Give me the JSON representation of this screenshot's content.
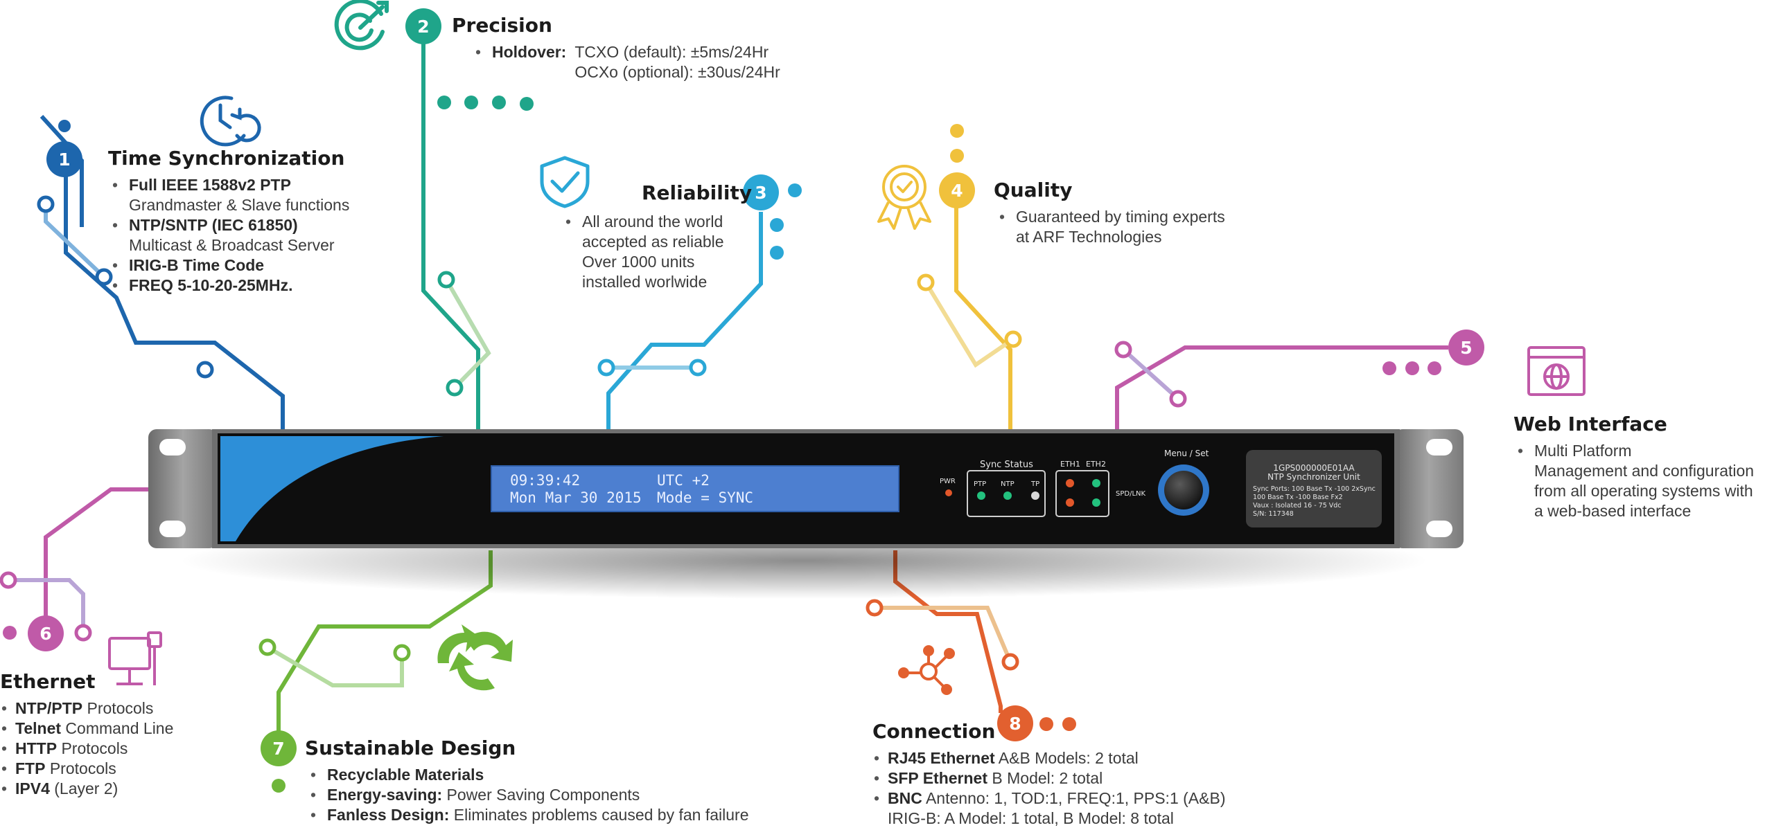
{
  "colors": {
    "f1": "#1d66ad",
    "f1_light": "#7fb2dd",
    "f2": "#1fa58a",
    "f2_light": "#b7dcb0",
    "f3": "#2aa7d6",
    "f3_light": "#8fcbe6",
    "f4": "#f0c13c",
    "f4_light": "#f2dc94",
    "f5": "#c05aa8",
    "f5_light": "#b9a4d6",
    "f6": "#c05aa8",
    "f6_light": "#b9a4d6",
    "f7": "#6fb63a",
    "f7_light": "#b5dca0",
    "f8": "#e2602f",
    "f8_light": "#ecc08d",
    "panel": "#0e0e0e",
    "ear": "#8e8e8e",
    "lcd": "#4d7fd0"
  },
  "features": {
    "f1": {
      "number": "1",
      "title": "Time Synchronization",
      "icon": "clock-sync-icon",
      "items": [
        {
          "bold": "Full IEEE 1588v2 PTP",
          "rest": "",
          "line2": "Grandmaster & Slave functions"
        },
        {
          "bold": "NTP/SNTP (IEC 61850)",
          "rest": "",
          "line2": "Multicast & Broadcast Server"
        },
        {
          "bold": "IRIG-B Time Code",
          "rest": "",
          "line2": ""
        },
        {
          "bold": "FREQ 5-10-20-25MHz.",
          "rest": "",
          "line2": ""
        }
      ]
    },
    "f2": {
      "number": "2",
      "title": "Precision",
      "icon": "target-icon",
      "holdover_label": "Holdover:",
      "holdover_values": [
        "TCXO (default): ±5ms/24Hr",
        "OCXo (optional): ±30us/24Hr"
      ]
    },
    "f3": {
      "number": "3",
      "title": "Reliability",
      "icon": "shield-check-icon",
      "item_lines": [
        "All around the world",
        "accepted as reliable",
        "Over 1000 units",
        "installed worlwide"
      ]
    },
    "f4": {
      "number": "4",
      "title": "Quality",
      "icon": "award-badge-icon",
      "item_lines": [
        "Guaranteed by timing experts",
        "at ARF Technologies"
      ]
    },
    "f5": {
      "number": "5",
      "title": "Web Interface",
      "icon": "web-browser-icon",
      "item_lines": [
        "Multi Platform",
        "Management and configuration",
        "from all operating systems with",
        "a web-based interface"
      ]
    },
    "f6": {
      "number": "6",
      "title": "Ethernet",
      "icon": "network-computer-icon",
      "items": [
        {
          "bold": "NTP/PTP",
          "rest": " Protocols"
        },
        {
          "bold": "Telnet",
          "rest": " Command Line"
        },
        {
          "bold": "HTTP",
          "rest": " Protocols"
        },
        {
          "bold": "FTP",
          "rest": " Protocols"
        },
        {
          "bold": "IPV4",
          "rest": " (Layer 2)"
        }
      ]
    },
    "f7": {
      "number": "7",
      "title": "Sustainable Design",
      "icon": "recycle-icon",
      "items": [
        {
          "bold": "Recyclable Materials",
          "rest": ""
        },
        {
          "bold": "Energy-saving:",
          "rest": " Power Saving Components"
        },
        {
          "bold": "Fanless Design:",
          "rest": " Eliminates problems caused by fan failure"
        }
      ]
    },
    "f8": {
      "number": "8",
      "title": "Connection",
      "icon": "connection-hub-icon",
      "items": [
        {
          "bold": "RJ45 Ethernet",
          "rest": " A&B Models: 2 total",
          "line2": ""
        },
        {
          "bold": "SFP Ethernet",
          "rest": " B Model: 2 total",
          "line2": ""
        },
        {
          "bold": "BNC",
          "rest": " Antenno: 1, TOD:1, FREQ:1, PPS:1 (A&B)",
          "line2": "IRIG-B: A Model: 1 total, B Model: 8 total"
        }
      ]
    }
  },
  "device": {
    "lcd": {
      "line1_time": "09:39:42",
      "line1_zone": "UTC +2",
      "line2_date": "Mon Mar 30 2015",
      "line2_mode": "Mode = SYNC"
    },
    "pwr_label": "PWR",
    "sync_status_label": "Sync Status",
    "sync_leds": [
      "PTP",
      "NTP",
      "TP"
    ],
    "eth1_label": "ETH1",
    "eth2_label": "ETH2",
    "spd_lnk_label": "SPD/LNK",
    "menu_label": "Menu / Set",
    "label_card": {
      "model": "1GPS000000E01AA",
      "name": "NTP Synchronizer Unit",
      "lines": [
        "Sync Ports:  100 Base Tx -100 2xSync",
        "                   100 Base Tx -100 Base Fx2",
        "Vaux       :  Isolated 16 - 75 Vdc",
        "                S/N: 117348"
      ]
    }
  }
}
